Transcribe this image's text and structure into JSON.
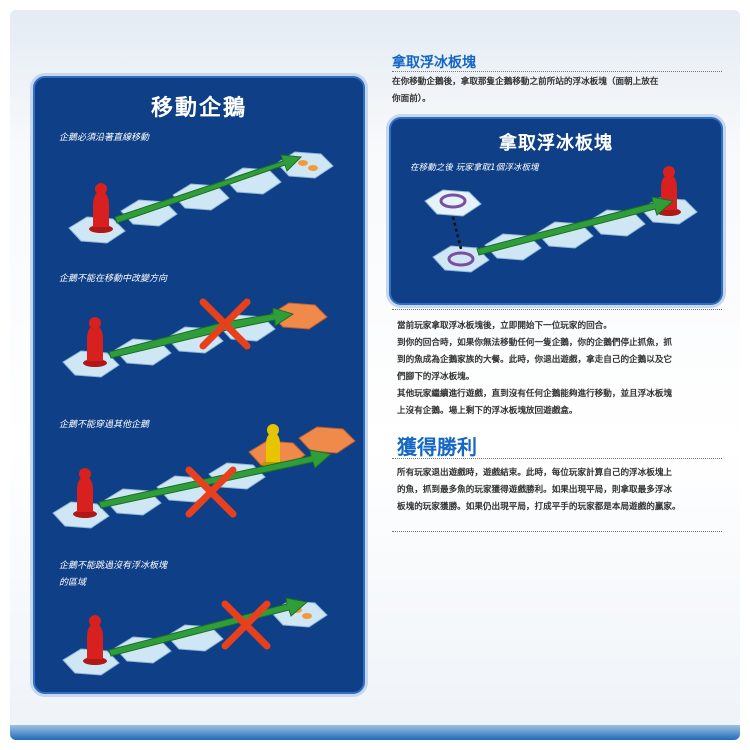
{
  "left_panel": {
    "title": "移動企鵝",
    "rules": [
      "企鵝必須沿著直線移動",
      "企鵝不能在移動中改變方向",
      "企鵝不能穿過其他企鵝",
      "企鵝不能跳過沒有浮冰板塊",
      "的區域"
    ]
  },
  "take_tile": {
    "title": "拿取浮冰板塊",
    "intro_line1": "在你移動企鵝後，拿取那隻企鵝移動之前所站的浮冰板塊（面朝上放在",
    "intro_line2": "你面前）。",
    "box_title": "拿取浮冰板塊",
    "box_caption": "在移動之後 玩家拿取1個浮冰板塊"
  },
  "turn_text": {
    "line1": "當前玩家拿取浮冰板塊後，立即開始下一位玩家的回合。",
    "line2": "到你的回合時，如果你無法移動任何一隻企鵝，你的企鵝們停止抓魚，抓",
    "line3": "到的魚成為企鵝家族的大餐。此時，你退出遊戲，拿走自己的企鵝以及它",
    "line4": "們腳下的浮冰板塊。",
    "line5": "其他玩家繼續進行遊戲，直到沒有任何企鵝能夠進行移動，並且浮冰板塊",
    "line6": "上沒有企鵝。場上剩下的浮冰板塊放回遊戲盒。"
  },
  "victory": {
    "title": "獲得勝利",
    "line1": "所有玩家退出遊戲時，遊戲結束。此時，每位玩家計算自己的浮冰板塊上",
    "line2": "的魚，抓到最多魚的玩家獲得遊戲勝利。如果出現平局，則拿取最多浮冰",
    "line3": "板塊的玩家獲勝。如果仍出現平局，打成平手的玩家都是本局遊戲的贏家。"
  },
  "colors": {
    "panel_blue": "#0f3f86",
    "title_blue": "#1567c4",
    "arrow_green": "#2f9e3a",
    "cross_red": "#e8401c",
    "penguin_red": "#d8201f",
    "penguin_yellow": "#e6c400",
    "tile_ice": "#cfe7f5"
  }
}
